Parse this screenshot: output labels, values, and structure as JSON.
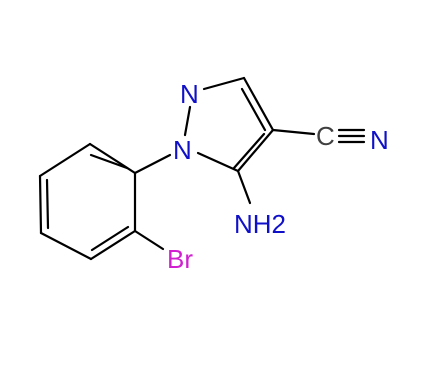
{
  "structure": {
    "atoms": {
      "n1": {
        "label": "N",
        "color": "#1010c8"
      },
      "n2": {
        "label": "N",
        "color": "#1010c8"
      },
      "c_nitrile": {
        "label": "C",
        "color": "#404040"
      },
      "n_nitrile": {
        "label": "N",
        "color": "#1010c8"
      },
      "amino": {
        "label": "NH2",
        "color": "#1010c8"
      },
      "br": {
        "label": "Br",
        "color": "#d020d0"
      }
    }
  }
}
